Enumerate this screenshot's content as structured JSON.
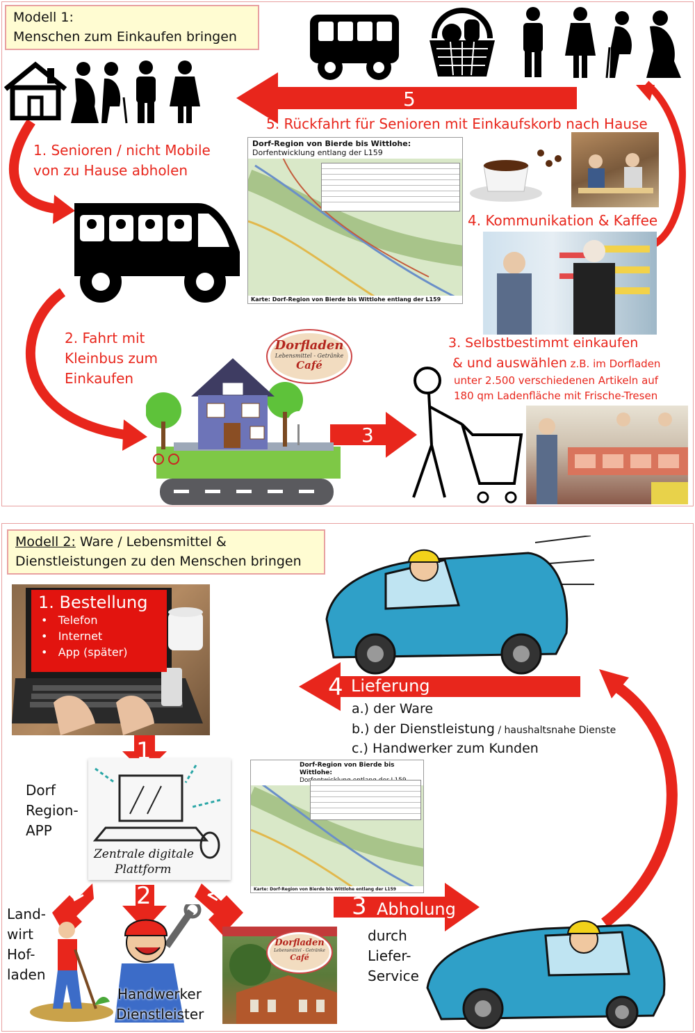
{
  "model1": {
    "title_line1": "Modell 1:",
    "title_line2": "Menschen zum Einkaufen bringen",
    "step1_line1": "1. Senioren / nicht Mobile",
    "step1_line2": "von zu Hause abholen",
    "step2_line1": "2. Fahrt mit",
    "step2_line2": "Kleinbus zum",
    "step2_line3": "Einkaufen",
    "step3_line1": "3. Selbstbestimmt einkaufen",
    "step3_line2a": "& und auswählen",
    "step3_line2b": " z.B. im Dorfladen",
    "step3_line3": "unter 2.500 verschiedenen  Artikeln auf",
    "step3_line4": "180 qm  Ladenfläche mit Frische-Tresen",
    "step4": "4. Kommunikation & Kaffee",
    "step5": "5. Rückfahrt für Senioren mit Einkaufskorb nach Hause",
    "arrow5_num": "5",
    "arrow3_num": "3",
    "shop_logo": {
      "line1": "Dorfladen",
      "line2": "Lebensmittel - Getränke",
      "line3": "Café"
    }
  },
  "map": {
    "title": "Dorf-Region von Bierde bis Wittlohe:",
    "subtitle": "Dorfentwicklung entlang der L159",
    "caption": "Karte: Dorf-Region von Bierde bis Wittlohe entlang der L159"
  },
  "model2": {
    "title_line1_label": "Modell 2:",
    "title_line1_rest": "  Ware / Lebensmittel &",
    "title_line2": "Dienstleistungen zu den Menschen bringen",
    "order_heading": "1. Bestellung",
    "order_items": [
      "Telefon",
      "Internet",
      "App (später)"
    ],
    "arrow1_num": "1",
    "arrow2_num": "2",
    "app_label_line1": "Dorf",
    "app_label_line2": "Region-",
    "app_label_line3": "APP",
    "platform_line1": "Zentrale digitale",
    "platform_line2": "Plattform",
    "delivery_num": "4",
    "delivery_label": "Lieferung",
    "delivery_a": "a.) der Ware",
    "delivery_b": "b.) der Dienstleistung",
    "delivery_b_small": " / haushaltsnahe Dienste",
    "delivery_c": "c.) Handwerker zum Kunden",
    "pickup_num": "3",
    "pickup_label": "Abholung",
    "service_line1": "durch",
    "service_line2": "Liefer-",
    "service_line3": "Service",
    "farmer_line1": "Land-",
    "farmer_line2": "wirt",
    "farmer_line3": "Hof-",
    "farmer_line4": "laden",
    "craftsman_line1": "Handwerker",
    "craftsman_line2": "Dienstleister"
  },
  "colors": {
    "red": "#e8261c",
    "title_bg": "#fffcd2",
    "car_blue": "#2fa0c8"
  }
}
